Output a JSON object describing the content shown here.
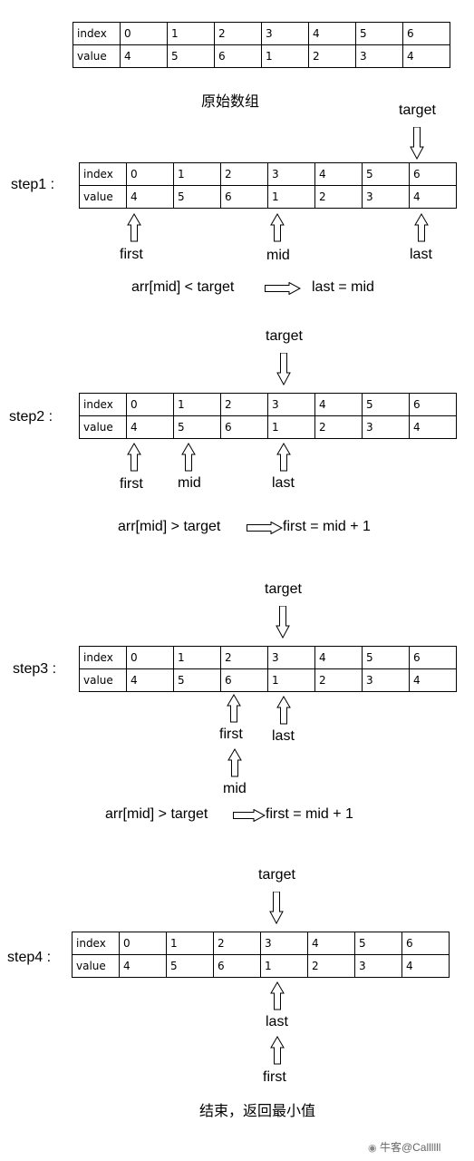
{
  "row_labels": {
    "index": "index",
    "value": "value"
  },
  "index_values": [
    "0",
    "1",
    "2",
    "3",
    "4",
    "5",
    "6"
  ],
  "array_values": [
    "4",
    "5",
    "6",
    "1",
    "2",
    "3",
    "4"
  ],
  "original_caption": "原始数组",
  "labels": {
    "target": "target",
    "first": "first",
    "mid": "mid",
    "last": "last"
  },
  "steps": [
    {
      "name": "step1 :",
      "condition": "arr[mid] < target",
      "action": "last = mid"
    },
    {
      "name": "step2 :",
      "condition": "arr[mid] > target",
      "action": "first = mid + 1"
    },
    {
      "name": "step3 :",
      "condition": "arr[mid] > target",
      "action": "first = mid + 1"
    },
    {
      "name": "step4 :"
    }
  ],
  "final_caption": "结束，返回最小值",
  "watermark": "牛客@Callllll"
}
